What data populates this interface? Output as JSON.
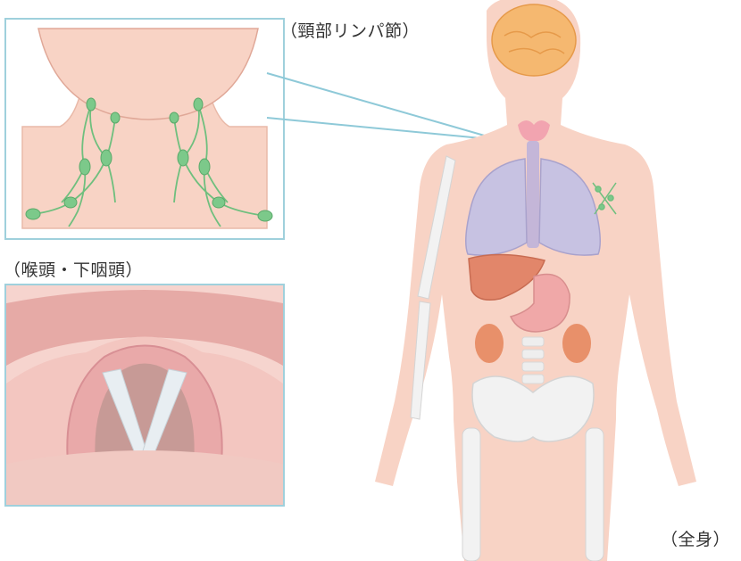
{
  "labels": {
    "neck": "（頸部リンパ節）",
    "larynx": "（喉頭・下咽頭）",
    "body": "（全身）"
  },
  "colors": {
    "skin": "#f8d3c5",
    "skin_dark": "#eab3a0",
    "panel_border": "#9fd0dc",
    "connector": "#8ec9d8",
    "lymph_node": "#7cc98a",
    "lung": "#c7c2e2",
    "liver": "#e2866a",
    "stomach": "#f0a8a8",
    "kidney": "#e8906a",
    "bone": "#f2f2f2",
    "brain": "#f5b870",
    "thyroid": "#f2a4b0",
    "vocal_cord": "#e8eef2"
  }
}
